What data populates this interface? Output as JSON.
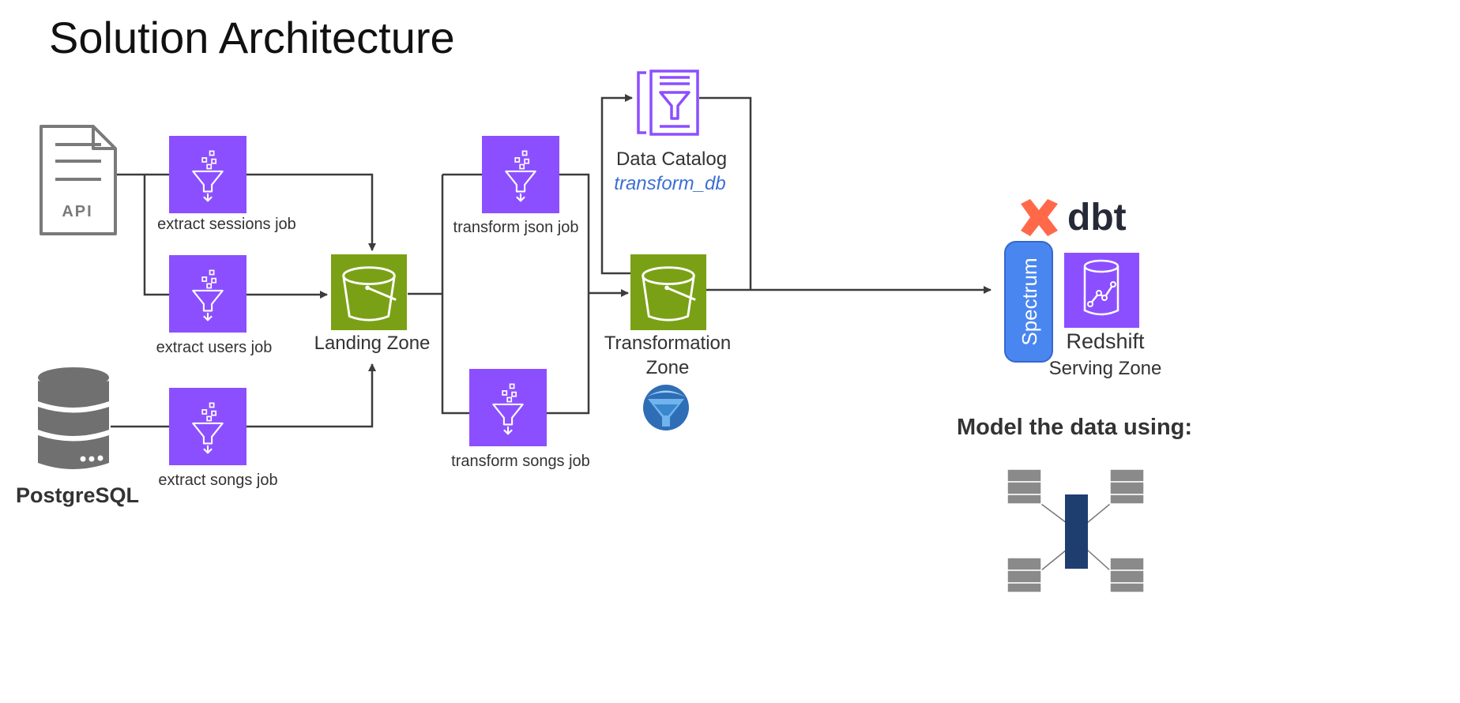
{
  "title": "Solution Architecture",
  "sources": {
    "api_label": "API",
    "postgres_label": "PostgreSQL"
  },
  "jobs": {
    "extract_sessions": "extract sessions job",
    "extract_users": "extract users job",
    "extract_songs": "extract songs job",
    "transform_json": "transform json job",
    "transform_songs": "transform songs job"
  },
  "zones": {
    "landing": "Landing Zone",
    "transformation_line1": "Transformation",
    "transformation_line2": "Zone",
    "serving_redshift": "Redshift",
    "serving_zone": "Serving Zone"
  },
  "catalog": {
    "title": "Data Catalog",
    "database": "transform_db"
  },
  "dbt": {
    "logo_text": "dbt"
  },
  "spectrum": {
    "label": "Spectrum"
  },
  "model_note": "Model the data using:",
  "colors": {
    "glue_purple": "#8c4fff",
    "s3_green": "#7aa116",
    "catalog_purple": "#8c4fff",
    "catalog_link_blue": "#3b6fd6",
    "dbt_orange": "#ff694a",
    "dbt_dark": "#262a38",
    "spectrum_blue": "#4a86f0",
    "star_center_navy": "#1f3e70",
    "dimension_gray": "#8a8a8a",
    "line_dark": "#3c3c3c"
  },
  "icons": {
    "api": "document-icon",
    "postgres": "database-icon",
    "glue_job": "funnel-icon",
    "s3": "bucket-icon",
    "catalog": "catalog-funnel-icon",
    "athena": "athena-icon",
    "redshift": "redshift-icon",
    "dbt": "dbt-logo-icon",
    "star_schema": "star-schema-icon"
  }
}
